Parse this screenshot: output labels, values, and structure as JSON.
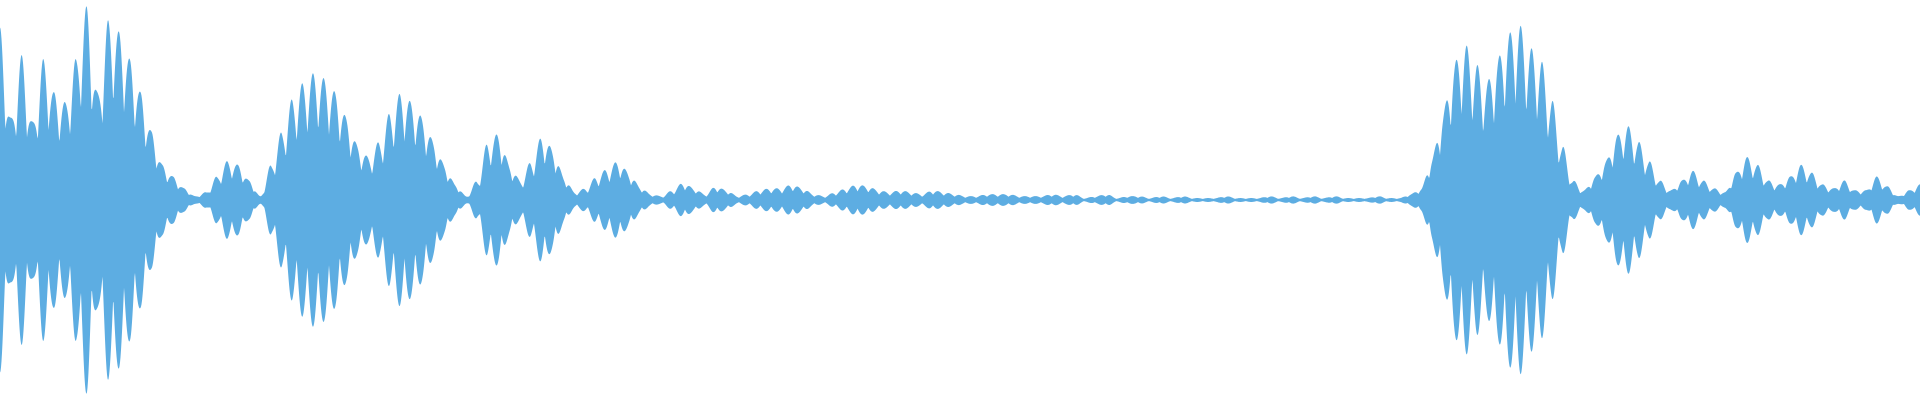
{
  "waveform": {
    "color": "#5dade2",
    "background": "#ffffff",
    "peaks": [
      0.88,
      0.42,
      0.74,
      0.4,
      0.72,
      0.55,
      0.5,
      0.72,
      0.99,
      0.55,
      0.92,
      0.86,
      0.72,
      0.55,
      0.35,
      0.18,
      0.12,
      0.06,
      0.02,
      0.04,
      0.12,
      0.2,
      0.18,
      0.1,
      0.02,
      0.18,
      0.35,
      0.52,
      0.6,
      0.65,
      0.62,
      0.55,
      0.42,
      0.28,
      0.22,
      0.3,
      0.45,
      0.55,
      0.5,
      0.42,
      0.3,
      0.18,
      0.08,
      0.02,
      0.1,
      0.3,
      0.34,
      0.18,
      0.1,
      0.2,
      0.33,
      0.26,
      0.12,
      0.04,
      0.06,
      0.12,
      0.16,
      0.2,
      0.14,
      0.07,
      0.03,
      0.02,
      0.05,
      0.09,
      0.06,
      0.03,
      0.07,
      0.05,
      0.02,
      0.03,
      0.05,
      0.06,
      0.06,
      0.08,
      0.06,
      0.03,
      0.02,
      0.04,
      0.06,
      0.08,
      0.07,
      0.05,
      0.04,
      0.05,
      0.04,
      0.03,
      0.05,
      0.04,
      0.03,
      0.02,
      0.02,
      0.03,
      0.03,
      0.03,
      0.02,
      0.02,
      0.02,
      0.03,
      0.02,
      0.03,
      0.01,
      0.02,
      0.03,
      0.01,
      0.02,
      0.02,
      0.01,
      0.02,
      0.01,
      0.02,
      0.01,
      0.01,
      0.01,
      0.02,
      0.01,
      0.01,
      0.01,
      0.02,
      0.01,
      0.02,
      0.01,
      0.02,
      0.01,
      0.02,
      0.01,
      0.01,
      0.01,
      0.02,
      0.01,
      0.01,
      0.03,
      0.06,
      0.22,
      0.45,
      0.7,
      0.8,
      0.7,
      0.6,
      0.72,
      0.85,
      0.9,
      0.78,
      0.72,
      0.52,
      0.28,
      0.1,
      0.05,
      0.12,
      0.2,
      0.33,
      0.38,
      0.3,
      0.2,
      0.1,
      0.05,
      0.1,
      0.15,
      0.1,
      0.06,
      0.04,
      0.14,
      0.22,
      0.18,
      0.1,
      0.08,
      0.12,
      0.18,
      0.14,
      0.08,
      0.06,
      0.1,
      0.05,
      0.05,
      0.12,
      0.07,
      0.02,
      0.05,
      0.08
    ]
  }
}
